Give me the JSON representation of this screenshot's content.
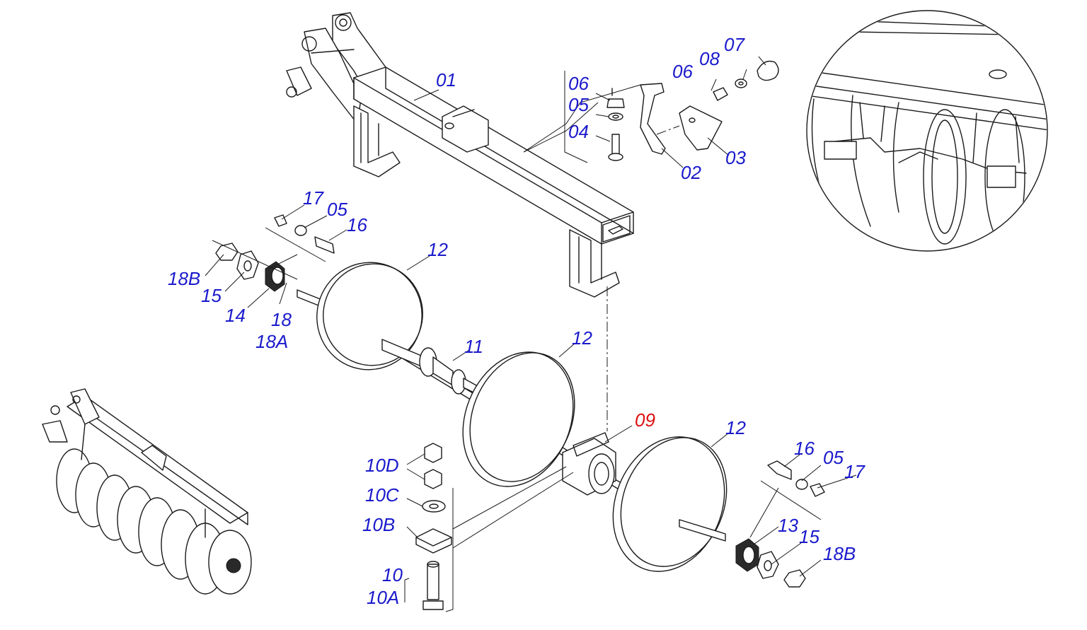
{
  "colors": {
    "label": "#1a1acc",
    "highlight": "#dd1111",
    "line": "#1a1a1a",
    "background": "#ffffff"
  },
  "callouts": {
    "c01": "01",
    "c02": "02",
    "c03": "03",
    "c04": "04",
    "c05a": "05",
    "c06a": "06",
    "c06b": "06",
    "c07": "07",
    "c08": "08",
    "c17a": "17",
    "c05b": "05",
    "c16a": "16",
    "c18Ba": "18B",
    "c15a": "15",
    "c14": "14",
    "c18": "18",
    "c18A": "18A",
    "c12a": "12",
    "c11": "11",
    "c12b": "12",
    "c09": "09",
    "c12c": "12",
    "c16b": "16",
    "c05c": "05",
    "c17b": "17",
    "c13": "13",
    "c15b": "15",
    "c18Bb": "18B",
    "c10D": "10D",
    "c10C": "10C",
    "c10B": "10B",
    "c10": "10",
    "c10A": "10A"
  }
}
